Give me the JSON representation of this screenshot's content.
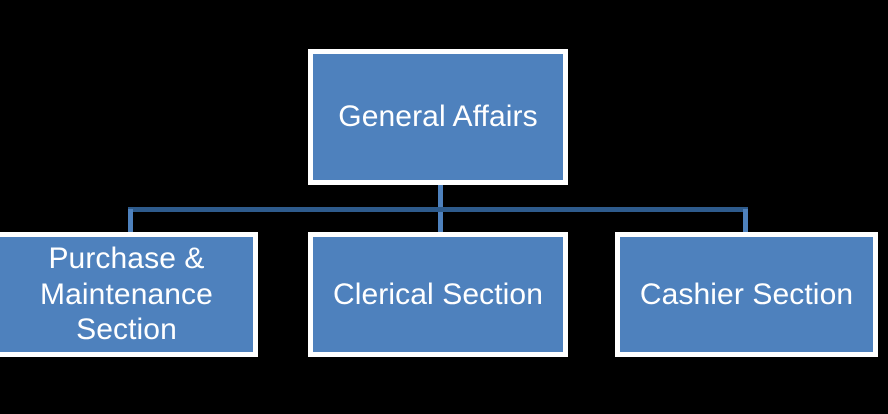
{
  "diagram": {
    "type": "organizational-chart",
    "orientation": "top-down",
    "background_color": "#000000",
    "node_fill_color": "#4E81BD",
    "node_border_color": "#FFFFFF",
    "node_text_color": "#FFFFFF",
    "connector_color": "#4E81BD",
    "connector_bar_color": "#2E5B8C",
    "root": {
      "label": "General Affairs"
    },
    "children": [
      {
        "label": "Purchase &\nMaintenance\nSection"
      },
      {
        "label": "Clerical Section"
      },
      {
        "label": "Cashier Section"
      }
    ]
  }
}
